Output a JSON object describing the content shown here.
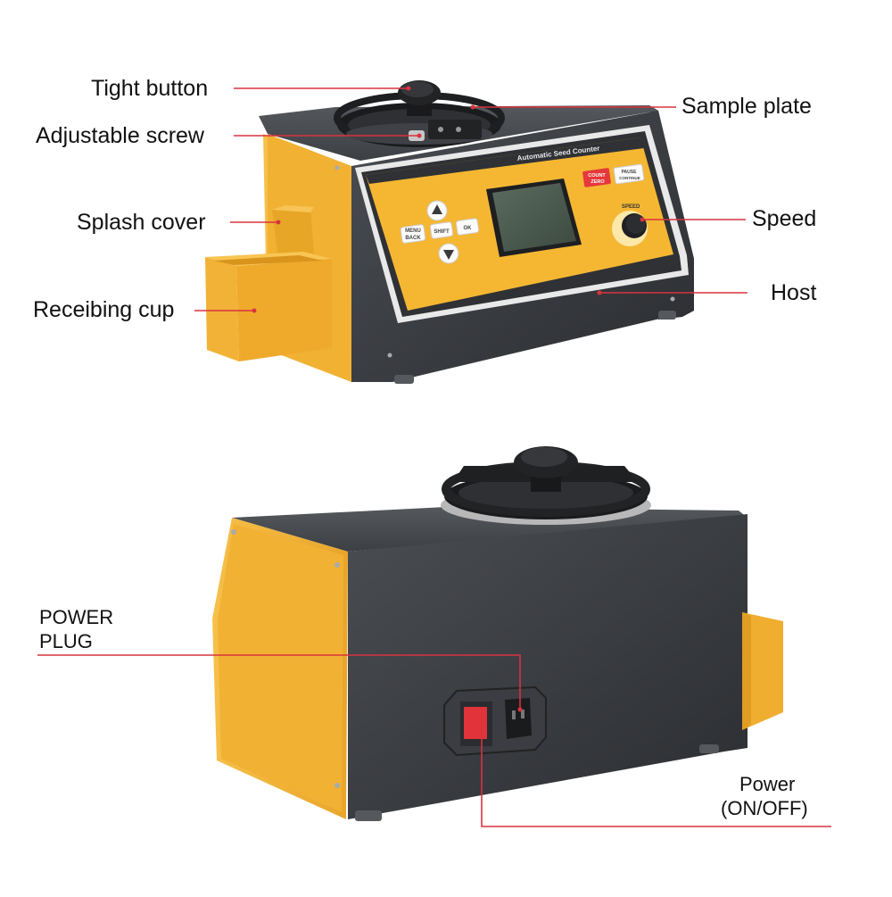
{
  "colors": {
    "body_yellow": "#f2b331",
    "body_yellow_dark": "#d99a1e",
    "body_dark": "#3a3d41",
    "body_darker": "#26282b",
    "leader_line": "#d8333f",
    "panel_yellow": "#f5b732",
    "screen": "#4a5a4e",
    "count_red": "#e5383b"
  },
  "top_view": {
    "callouts": {
      "tight_button": "Tight button",
      "adjustable_screw": "Adjustable screw",
      "splash_cover": "Splash cover",
      "receiving_cup": "Receibing cup",
      "sample_plate": "Sample plate",
      "speed": "Speed",
      "host": "Host"
    },
    "panel": {
      "title": "Automatic Seed Counter",
      "menu": "MENU",
      "back": "BACK",
      "shift": "SHIFT",
      "ok": "OK",
      "count": "COUNT",
      "zero": "ZERO",
      "pause": "PAUSE",
      "continue": "CONTINUE",
      "speed": "SPEED"
    },
    "icons": [
      "up-arrow-icon",
      "down-arrow-icon"
    ]
  },
  "bottom_view": {
    "callouts": {
      "power_plug_line1": "POWER",
      "power_plug_line2": "PLUG",
      "power_switch_line1": "Power",
      "power_switch_line2": "(ON/OFF)"
    }
  }
}
